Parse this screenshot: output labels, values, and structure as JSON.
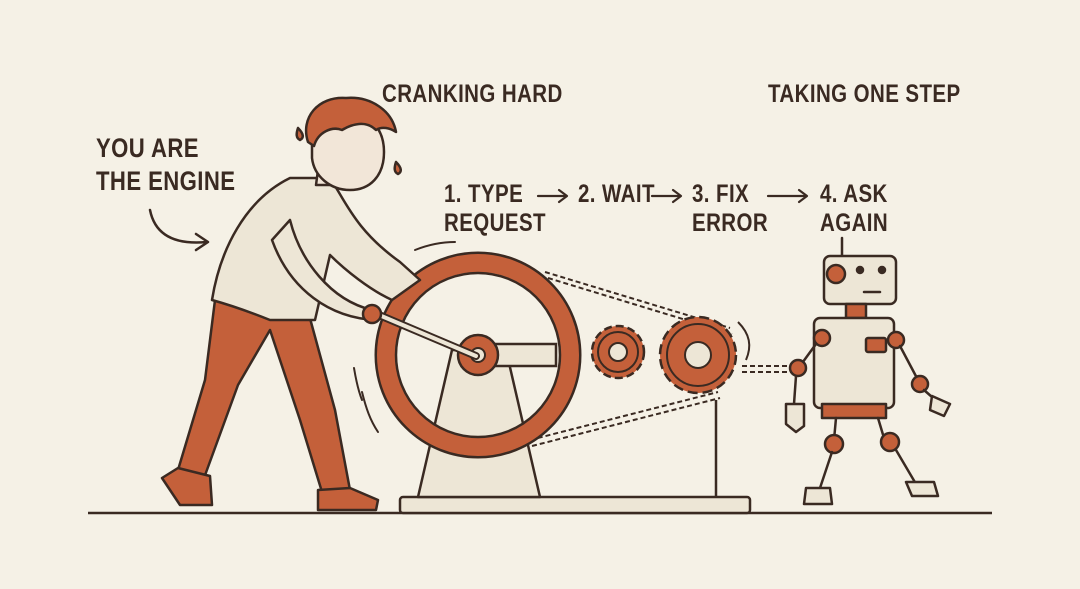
{
  "labels": {
    "you_are_line1": "YOU ARE",
    "you_are_line2": "THE ENGINE",
    "cranking": "CRANKING HARD",
    "taking": "TAKING ONE STEP"
  },
  "steps": [
    {
      "line1": "1. TYPE",
      "line2": "REQUEST"
    },
    {
      "line1": "2. WAIT",
      "line2": ""
    },
    {
      "line1": "3. FIX",
      "line2": "ERROR"
    },
    {
      "line1": "4. ASK",
      "line2": "AGAIN"
    }
  ],
  "colors": {
    "background": "#f5f1e6",
    "ink": "#3a2a22",
    "rust": "#c4603a",
    "cream": "#ede6d6"
  }
}
